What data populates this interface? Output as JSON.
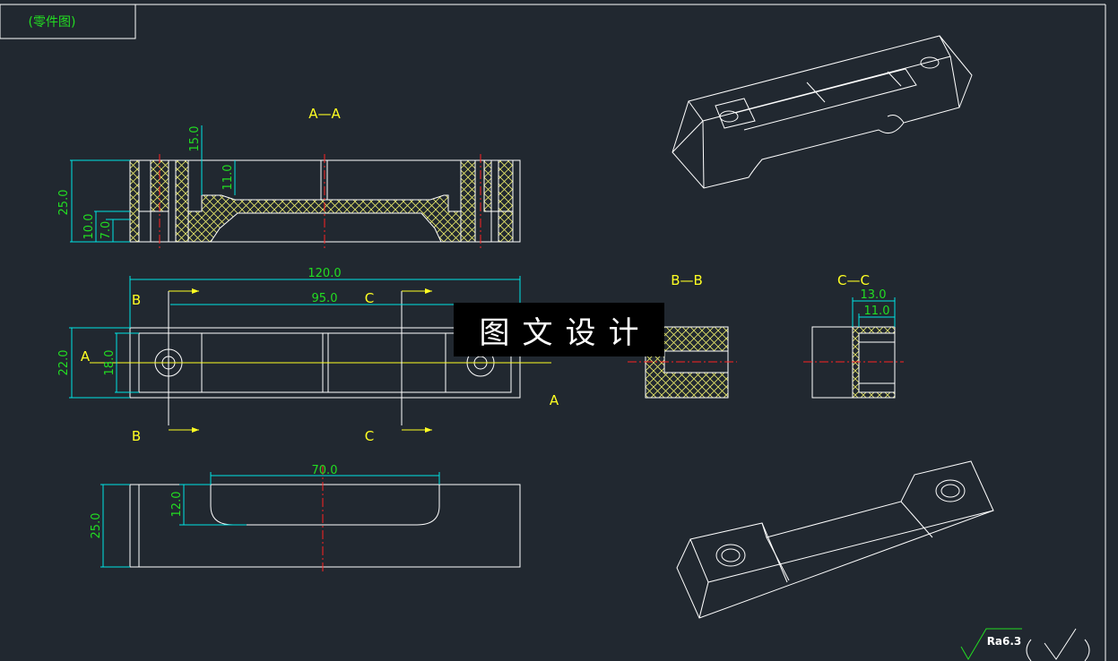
{
  "title_block": {
    "label": "(零件图)"
  },
  "sections": {
    "aa": "A—A",
    "bb": "B—B",
    "cc": "C—C"
  },
  "cut_marks": {
    "a": "A",
    "b": "B",
    "c": "C"
  },
  "dimensions": {
    "aa_height": "25.0",
    "aa_slot": "15.0",
    "aa_mid": "11.0",
    "aa_low1": "10.0",
    "aa_low2": "7.0",
    "top_length": "120.0",
    "top_inner": "95.0",
    "top_width": "22.0",
    "top_inner_width": "18.0",
    "side_cut": "70.0",
    "side_depth": "12.0",
    "side_height": "25.0",
    "cc_outer": "13.0",
    "cc_inner": "11.0"
  },
  "roughness": "Ra6.3",
  "watermark": "图文设计",
  "colors": {
    "background": "#212830",
    "outline": "#ffffff",
    "dimension": "#00e5e5",
    "dimension_text": "#22dd22",
    "label": "#ffff22",
    "hatch": "#e8e86a",
    "centerline": "#ff2222"
  }
}
